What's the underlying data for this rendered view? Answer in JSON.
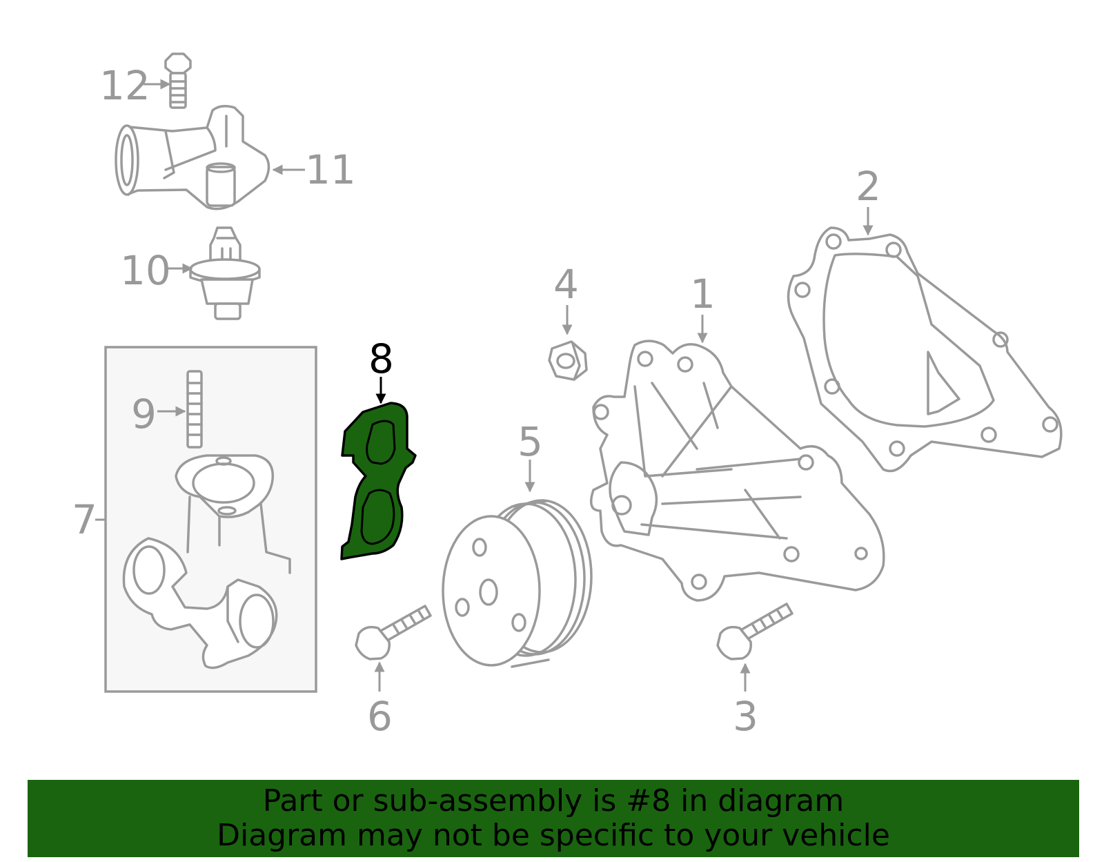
{
  "diagram": {
    "highlight_color": "#1a6410",
    "highlighted_part": "8",
    "callouts": [
      {
        "id": "1",
        "label": "1"
      },
      {
        "id": "2",
        "label": "2"
      },
      {
        "id": "3",
        "label": "3"
      },
      {
        "id": "4",
        "label": "4"
      },
      {
        "id": "5",
        "label": "5"
      },
      {
        "id": "6",
        "label": "6"
      },
      {
        "id": "7",
        "label": "7"
      },
      {
        "id": "8",
        "label": "8"
      },
      {
        "id": "9",
        "label": "9"
      },
      {
        "id": "10",
        "label": "10"
      },
      {
        "id": "11",
        "label": "11"
      },
      {
        "id": "12",
        "label": "12"
      }
    ]
  },
  "banner": {
    "line1": "Part or sub-assembly is #8 in diagram",
    "line2": "Diagram may not be specific to your vehicle",
    "background": "#1a6410"
  }
}
